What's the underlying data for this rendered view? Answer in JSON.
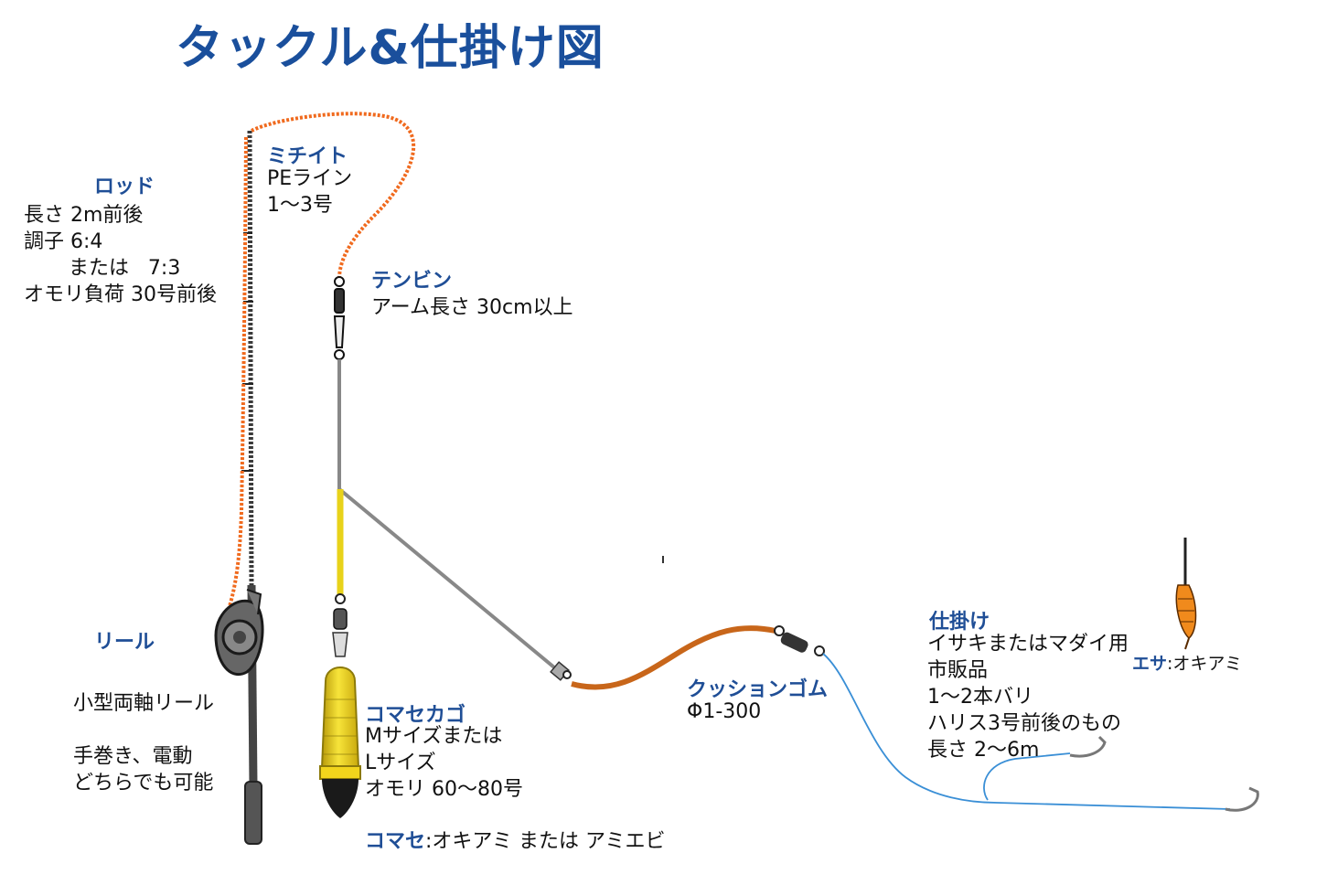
{
  "title": "タックル&仕掛け図",
  "rod": {
    "heading": "ロッド",
    "lines": [
      "長さ  2m前後",
      "調子   6:4",
      "       または   7:3",
      "オモリ負荷   30号前後"
    ]
  },
  "michiito": {
    "heading": "ミチイト",
    "lines": [
      "PEライン",
      "1～3号"
    ]
  },
  "tenbin": {
    "heading": "テンビン",
    "lines": [
      "アーム長さ   30cm以上"
    ]
  },
  "reel": {
    "heading": "リール",
    "lines": [
      "小型両軸リール",
      "",
      "手巻き、電動",
      "どちらでも可能"
    ]
  },
  "komasekago": {
    "heading": "コマセカゴ",
    "lines": [
      "Mサイズまたは",
      "Lサイズ",
      "オモリ   60～80号"
    ]
  },
  "komase": {
    "heading": "コマセ",
    "text": ":オキアミ または アミエビ"
  },
  "cushion": {
    "heading": "クッションゴム",
    "lines": [
      "Φ1-300"
    ]
  },
  "shikake": {
    "heading": "仕掛け",
    "lines": [
      "イサキまたはマダイ用",
      "市販品",
      "1～2本バリ",
      "ハリス3号前後のもの",
      "長さ  2～6m"
    ]
  },
  "esa": {
    "heading": "エサ",
    "text": ":オキアミ"
  },
  "colors": {
    "title": "#1a4f9c",
    "heading": "#1f4e96",
    "line_orange": "#f06a1e",
    "cushion": "#c8661a",
    "harisu": "#3a8fd6",
    "kago_yellow": "#e8d21a"
  }
}
